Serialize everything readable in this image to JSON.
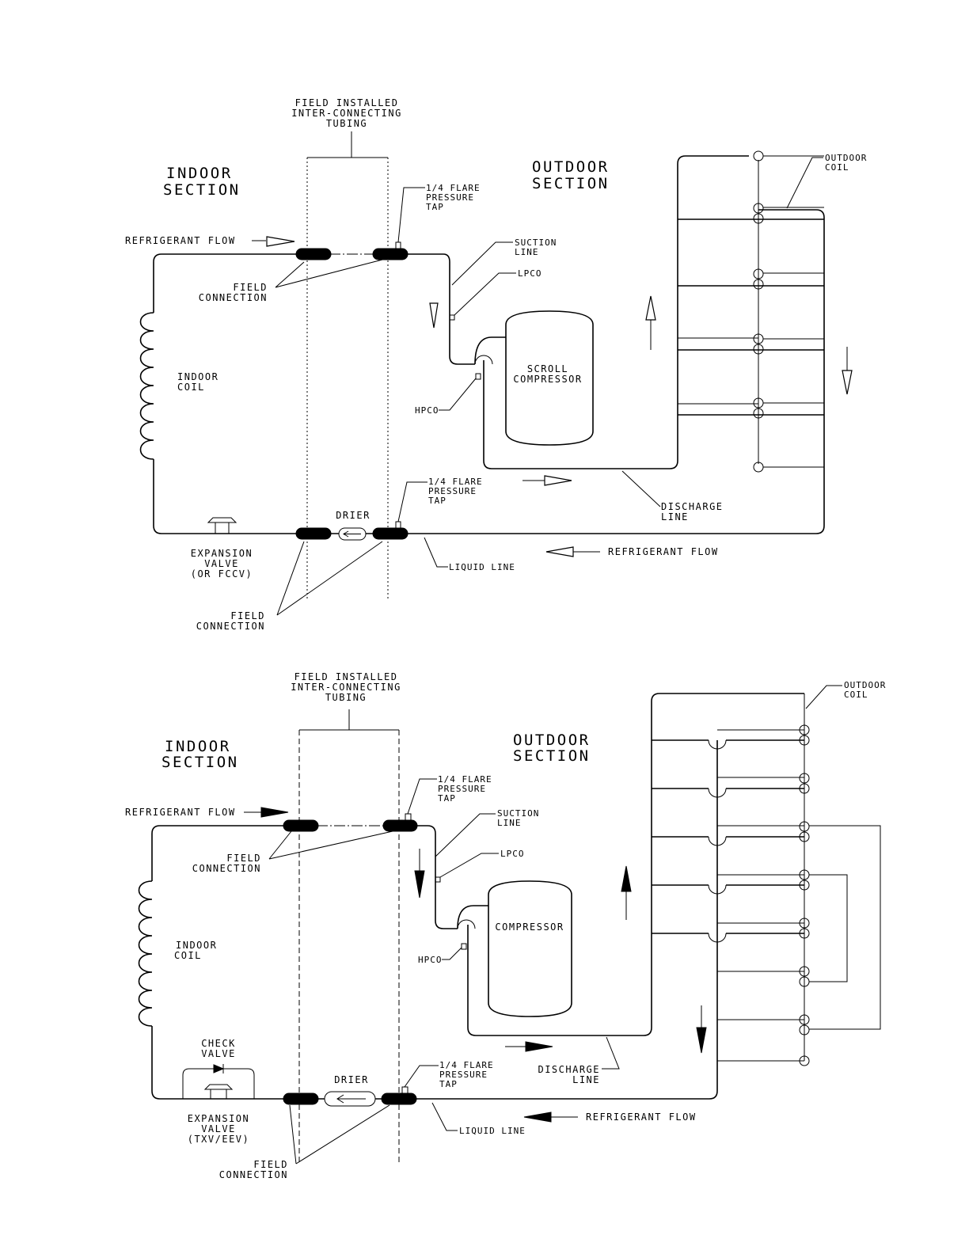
{
  "diagram_top": {
    "tubing_label": [
      "FIELD INSTALLED",
      "INTER-CONNECTING",
      "TUBING"
    ],
    "indoor_section": [
      "INDOOR",
      "SECTION"
    ],
    "outdoor_section": [
      "OUTDOOR",
      "SECTION"
    ],
    "refrigerant_flow_top": "REFRIGERANT FLOW",
    "refrigerant_flow_bottom": "REFRIGERANT FLOW",
    "flare_tap_top": [
      "1/4 FLARE",
      "PRESSURE",
      "TAP"
    ],
    "flare_tap_bottom": [
      "1/4 FLARE",
      "PRESSURE",
      "TAP"
    ],
    "suction_line": [
      "SUCTION",
      "LINE"
    ],
    "lpco": "LPCO",
    "hpco": "HPCO",
    "field_connection_top": [
      "FIELD",
      "CONNECTION"
    ],
    "field_connection_bottom": [
      "FIELD",
      "CONNECTION"
    ],
    "indoor_coil": [
      "INDOOR",
      "COIL"
    ],
    "compressor": [
      "SCROLL",
      "COMPRESSOR"
    ],
    "outdoor_coil": [
      "OUTDOOR",
      "COIL"
    ],
    "discharge_line": [
      "DISCHARGE",
      "LINE"
    ],
    "drier": "DRIER",
    "expansion_valve": [
      "EXPANSION",
      "VALVE",
      "(OR FCCV)"
    ],
    "liquid_line": "LIQUID LINE"
  },
  "diagram_bottom": {
    "tubing_label": [
      "FIELD INSTALLED",
      "INTER-CONNECTING",
      "TUBING"
    ],
    "indoor_section": [
      "INDOOR",
      "SECTION"
    ],
    "outdoor_section": [
      "OUTDOOR",
      "SECTION"
    ],
    "refrigerant_flow_top": "REFRIGERANT FLOW",
    "refrigerant_flow_bottom": "REFRIGERANT FLOW",
    "flare_tap_top": [
      "1/4 FLARE",
      "PRESSURE",
      "TAP"
    ],
    "flare_tap_bottom": [
      "1/4 FLARE",
      "PRESSURE",
      "TAP"
    ],
    "suction_line": [
      "SUCTION",
      "LINE"
    ],
    "lpco": "LPCO",
    "hpco": "HPCO",
    "field_connection_top": [
      "FIELD",
      "CONNECTION"
    ],
    "field_connection_bottom": [
      "FIELD",
      "CONNECTION"
    ],
    "indoor_coil": [
      "INDOOR",
      "COIL"
    ],
    "compressor": "COMPRESSOR",
    "outdoor_coil": [
      "OUTDOOR",
      "COIL"
    ],
    "discharge_line": [
      "DISCHARGE",
      "LINE"
    ],
    "drier": "DRIER",
    "check_valve": [
      "CHECK",
      "VALVE"
    ],
    "expansion_valve": [
      "EXPANSION",
      "VALVE",
      "(TXV/EEV)"
    ],
    "liquid_line": "LIQUID LINE"
  }
}
